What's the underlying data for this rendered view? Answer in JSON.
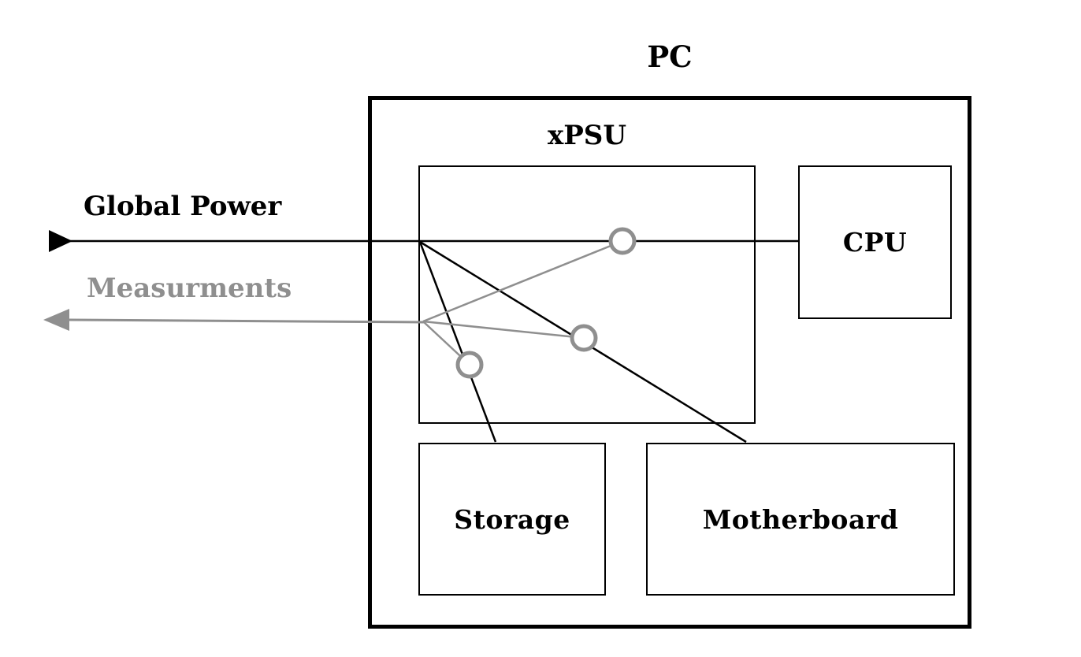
{
  "diagram": {
    "title": "PC",
    "psu": {
      "label": "xPSU"
    },
    "cpu": {
      "label": "CPU"
    },
    "storage": {
      "label": "Storage"
    },
    "motherboard": {
      "label": "Motherboard"
    },
    "arrows": {
      "global_power": {
        "label": "Global Power",
        "color": "#000000"
      },
      "measurements": {
        "label": "Measurments",
        "color": "#8f8f8f"
      }
    },
    "sensors": [
      {
        "name": "cpu-power-sensor"
      },
      {
        "name": "motherboard-power-sensor"
      },
      {
        "name": "storage-power-sensor"
      }
    ],
    "colors": {
      "background": "#ffffff",
      "power_line": "#000000",
      "measure_line": "#8f8f8f"
    }
  }
}
